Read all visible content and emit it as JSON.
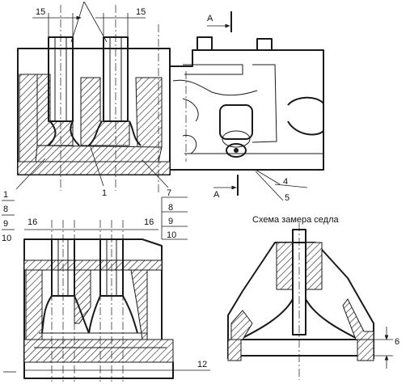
{
  "top_view": {
    "dim_left": "15",
    "dim_right": "15",
    "section_mark_top": "А",
    "section_mark_bottom": "А",
    "callouts": {
      "c1": "1",
      "c4": "4",
      "c5": "5",
      "c7": "7",
      "c8": "8",
      "c9": "9",
      "c10": "10"
    },
    "left_stack": [
      "1",
      "8",
      "9",
      "10"
    ]
  },
  "bottom_left_view": {
    "dim_left": "16",
    "dim_right": "16",
    "dim_bottom": "12"
  },
  "seat_view": {
    "caption": "Схема замера седла",
    "dim": "6"
  }
}
